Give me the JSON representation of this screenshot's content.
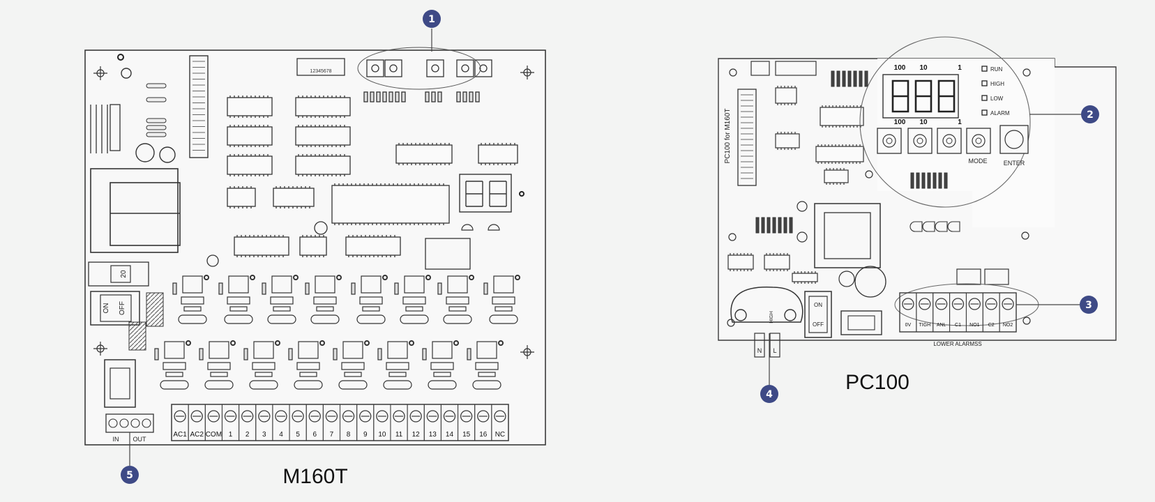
{
  "colors": {
    "background": "#f3f4f3",
    "board": "#f8f8f8",
    "line": "#3a3a3a",
    "callout": "#3e4a86"
  },
  "boards": {
    "m160t": {
      "name": "M160T",
      "terminal_labels": [
        "AC1",
        "AC2",
        "COM",
        "1",
        "2",
        "3",
        "4",
        "5",
        "6",
        "7",
        "8",
        "9",
        "10",
        "11",
        "12",
        "13",
        "14",
        "15",
        "16",
        "NC"
      ],
      "relay_label": "20",
      "switch_on": "ON",
      "switch_off": "OFF",
      "small_terminal_labels": [
        "IN",
        "OUT"
      ],
      "dip_label": "12345678"
    },
    "pc100": {
      "name": "PC100",
      "side_label": "PC100 for M160T",
      "digit_labels_top": [
        "100",
        "10",
        "1"
      ],
      "digit_labels_bottom": [
        "100",
        "10",
        "1"
      ],
      "display_digits": "888",
      "leds": [
        "RUN",
        "HIGH",
        "LOW",
        "ALARM"
      ],
      "mode_label": "MODE",
      "enter_label": "ENTER",
      "switch_on": "ON",
      "switch_off": "OFF",
      "terminal_labels": [
        "0V",
        "TIGH",
        "ANL",
        "C1",
        "NO1",
        "C2",
        "NO2"
      ],
      "bottom_label": "LOWER ALARMSS",
      "plug_labels": [
        "N",
        "L"
      ],
      "transformer_label": "HIGH"
    }
  },
  "callouts": [
    "1",
    "2",
    "3",
    "4",
    "5"
  ]
}
